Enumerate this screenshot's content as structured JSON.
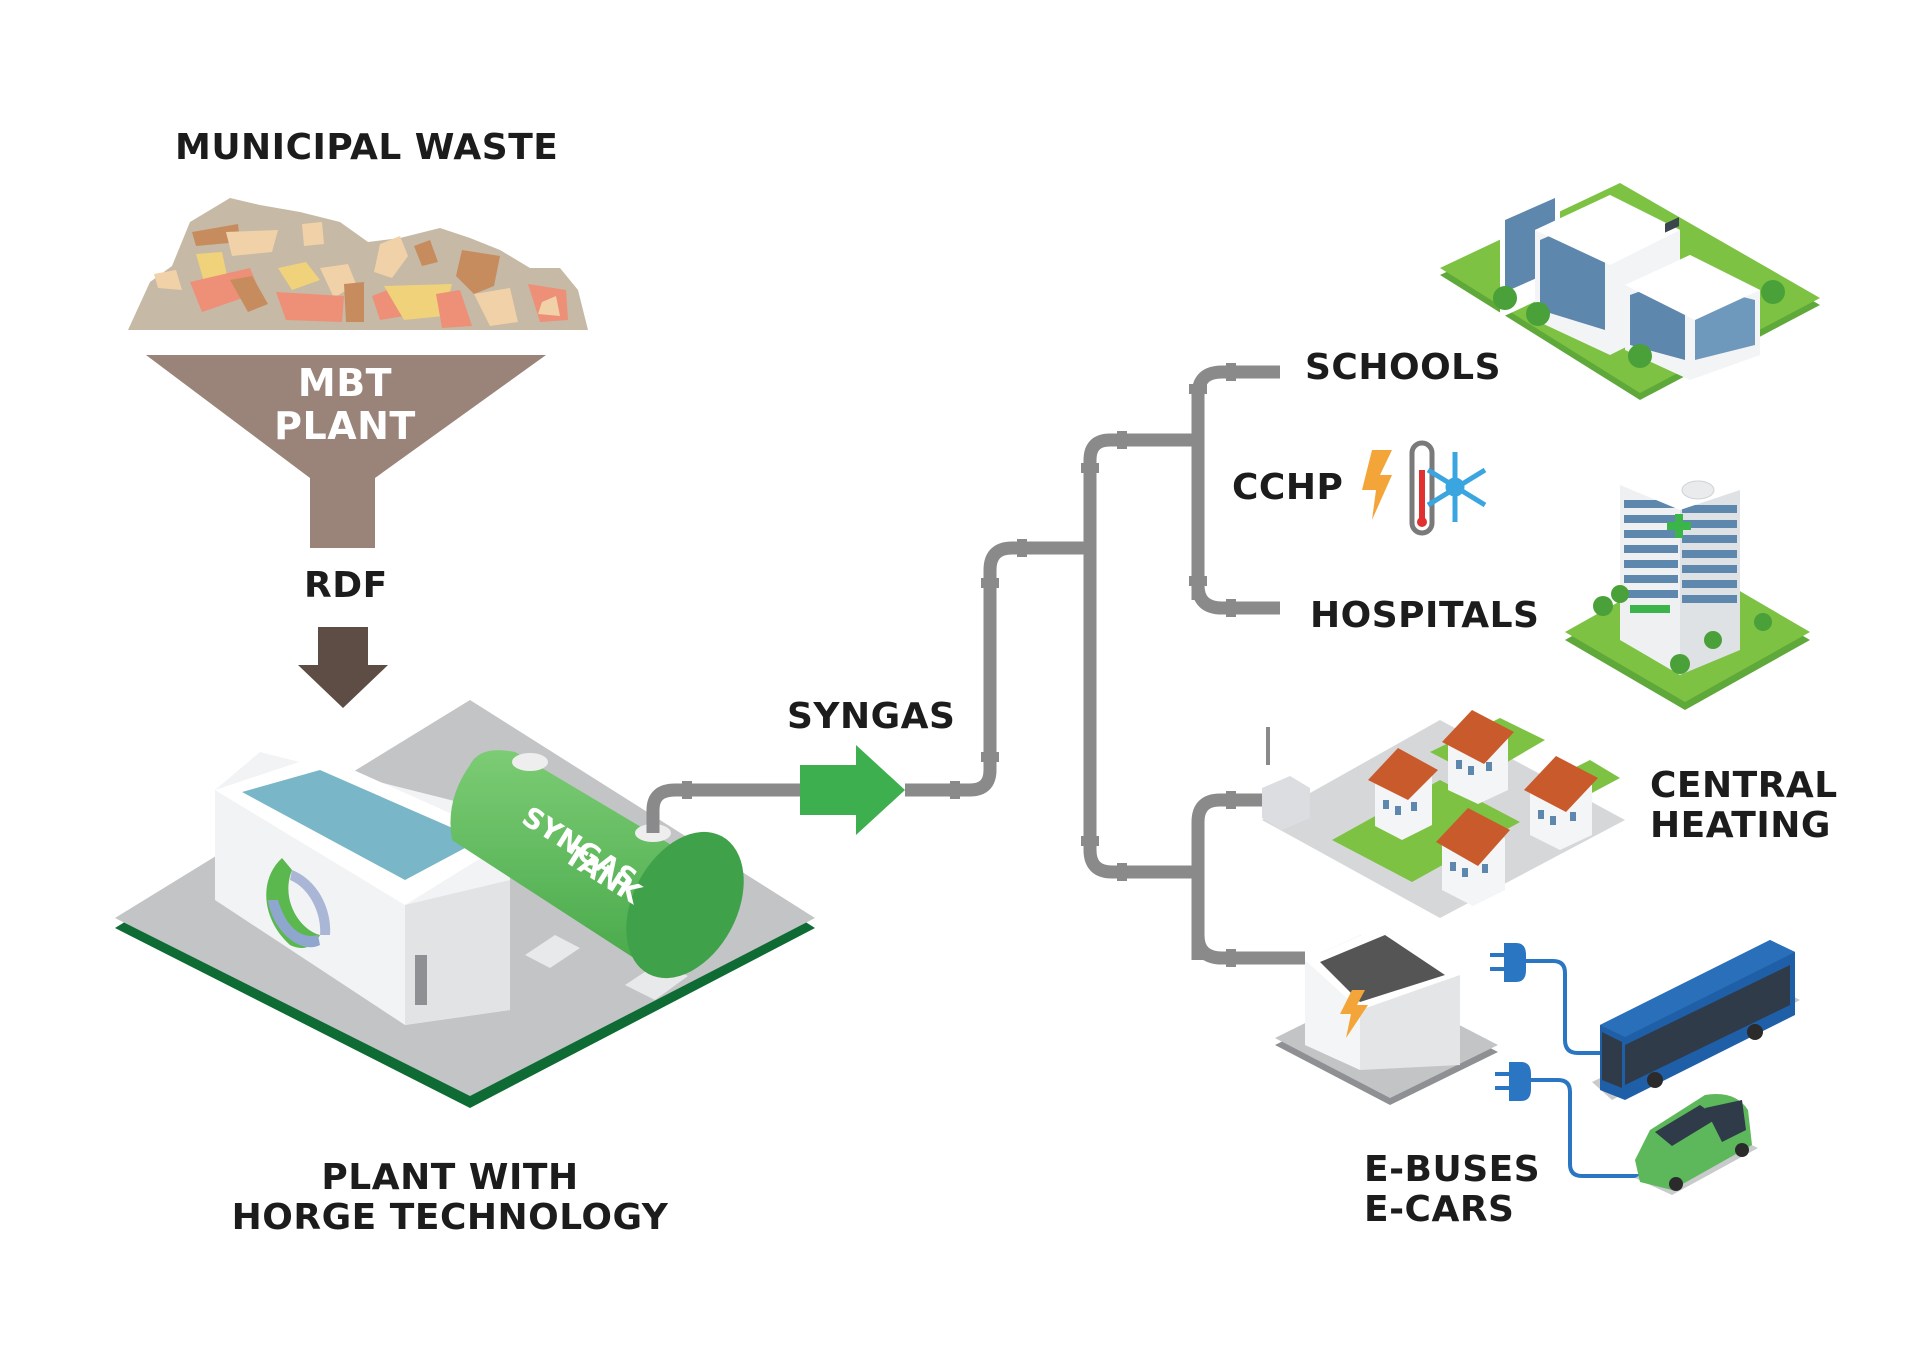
{
  "diagram": {
    "title": "Municipal waste to syngas energy flow",
    "source": {
      "label": "MUNICIPAL WASTE",
      "icon": "waste-heap-icon"
    },
    "mbt": {
      "line1": "MBT",
      "line2": "PLANT",
      "icon": "funnel-icon"
    },
    "rdf": {
      "label": "RDF",
      "icon": "down-arrow-icon"
    },
    "plant": {
      "line1": "PLANT WITH",
      "line2": "HORGE TECHNOLOGY",
      "tank_line1": "SYNGAS",
      "tank_line2": "TANK",
      "icon": "recycle-icon"
    },
    "syngas": {
      "label": "SYNGAS",
      "icon": "right-arrow-icon"
    },
    "destinations": [
      {
        "id": "schools",
        "label": "SCHOOLS",
        "icon": "school-building-icon"
      },
      {
        "id": "cchp",
        "label": "CCHP",
        "icons": [
          "lightning-icon",
          "thermometer-icon",
          "snowflake-icon"
        ]
      },
      {
        "id": "hospitals",
        "label": "HOSPITALS",
        "icon": "hospital-building-icon"
      },
      {
        "id": "central-heating",
        "line1": "CENTRAL",
        "line2": "HEATING",
        "icon": "houses-icon"
      },
      {
        "id": "e-mobility",
        "line1": "E-BUSES",
        "line2": "E-CARS",
        "icons": [
          "charging-station-icon",
          "plug-icon",
          "bus-icon",
          "car-icon"
        ]
      }
    ],
    "colors": {
      "text": "#1c1c1c",
      "waste_bg": "#c6b9a6",
      "funnel": "#9a8379",
      "rdf_arrow": "#5e4d45",
      "pipe_light": "#8a8a8a",
      "pipe_dark": "#6a6a6a",
      "syngas_green": "#3daf4f",
      "tank_green": "#5fbb5c",
      "platform_gray": "#c2c4c6",
      "platform_edge": "#0d6b33",
      "grass": "#7dc243",
      "roof_orange": "#c95a2b",
      "bus_blue": "#1f5fa8",
      "plug_blue": "#2a76c2",
      "car_green": "#5cb85a",
      "bolt_orange": "#f4a53a",
      "thermo_red": "#e03030",
      "snow_blue": "#3ba5e0",
      "window_blue": "#5e87ad",
      "roof_water": "#78b6c8"
    }
  }
}
